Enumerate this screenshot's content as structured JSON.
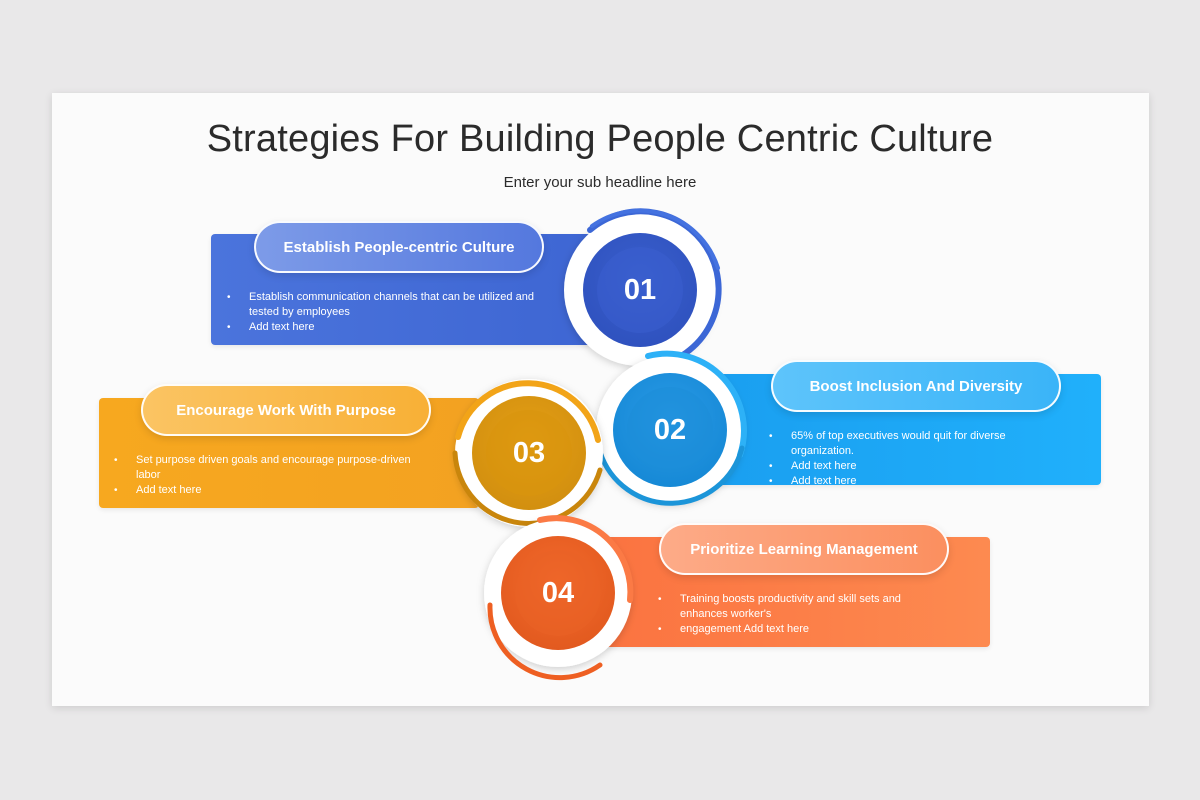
{
  "title": "Strategies For Building People Centric Culture",
  "subtitle": "Enter your sub headline here",
  "colors": {
    "blue": "#4a74dd",
    "sky": "#1aa6f2",
    "amber": "#f5a623",
    "orange": "#fb7a45"
  },
  "steps": [
    {
      "number": "01",
      "heading": "Establish People-centric Culture",
      "bullets": [
        "Establish communication channels that can be utilized and tested by employees",
        "Add text here"
      ]
    },
    {
      "number": "02",
      "heading": "Boost Inclusion And Diversity",
      "bullets": [
        "65% of top executives would quit for diverse organization.",
        "Add text here",
        "Add text here"
      ]
    },
    {
      "number": "03",
      "heading": "Encourage Work With Purpose",
      "bullets": [
        "Set purpose driven goals and encourage purpose-driven labor",
        "Add text here"
      ]
    },
    {
      "number": "04",
      "heading": "Prioritize Learning Management",
      "bullets": [
        "Training boosts productivity and skill sets and enhances worker's",
        "engagement Add text here"
      ]
    }
  ]
}
